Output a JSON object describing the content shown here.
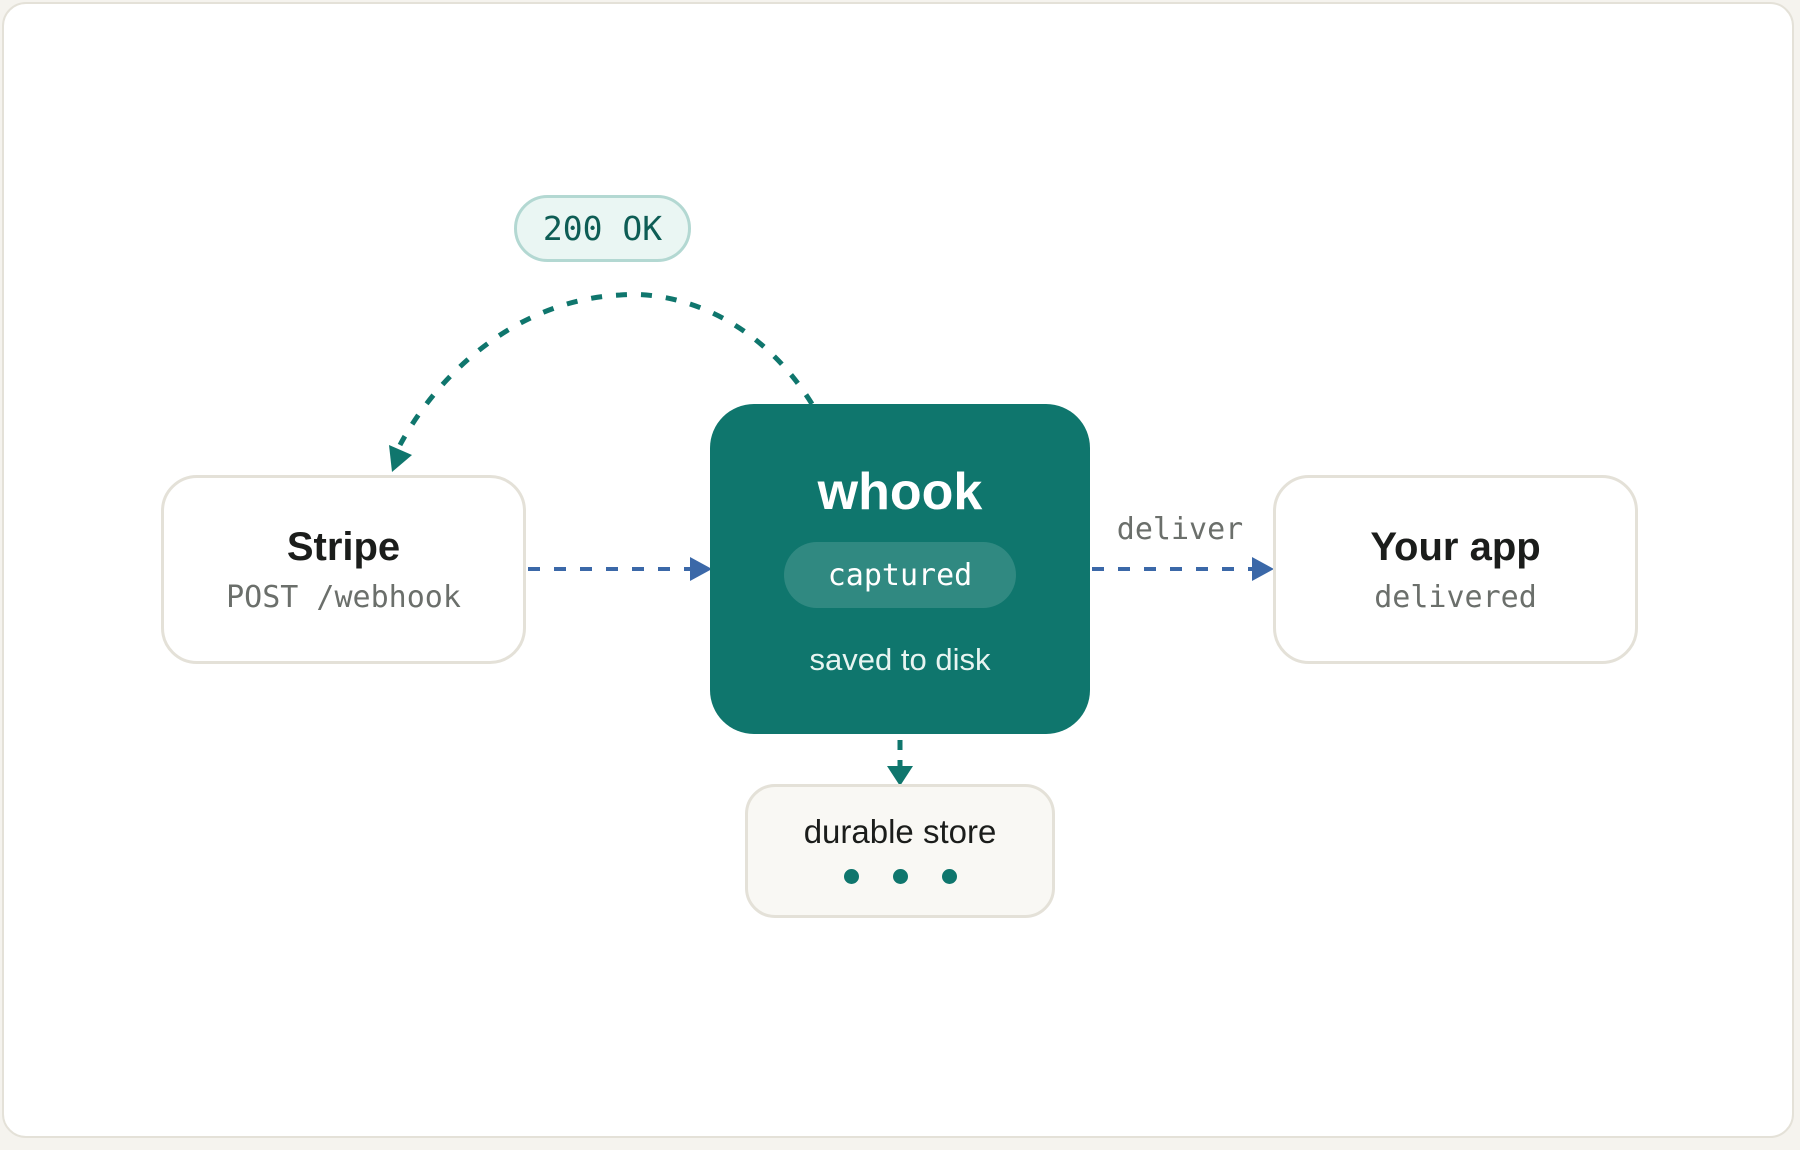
{
  "nodes": {
    "stripe": {
      "title": "Stripe",
      "subtitle": "POST /webhook"
    },
    "whook": {
      "title": "whook",
      "badge": "captured",
      "caption": "saved to disk"
    },
    "app": {
      "title": "Your app",
      "subtitle": "delivered"
    },
    "store": {
      "title": "durable store",
      "dot_count": 3
    }
  },
  "edges": {
    "response_label": "200 OK",
    "deliver_label": "deliver"
  },
  "colors": {
    "teal": "#0f766d",
    "blue_arrow": "#3b68a8",
    "border": "#e4e1d8",
    "pill_bg": "#eaf6f3"
  }
}
